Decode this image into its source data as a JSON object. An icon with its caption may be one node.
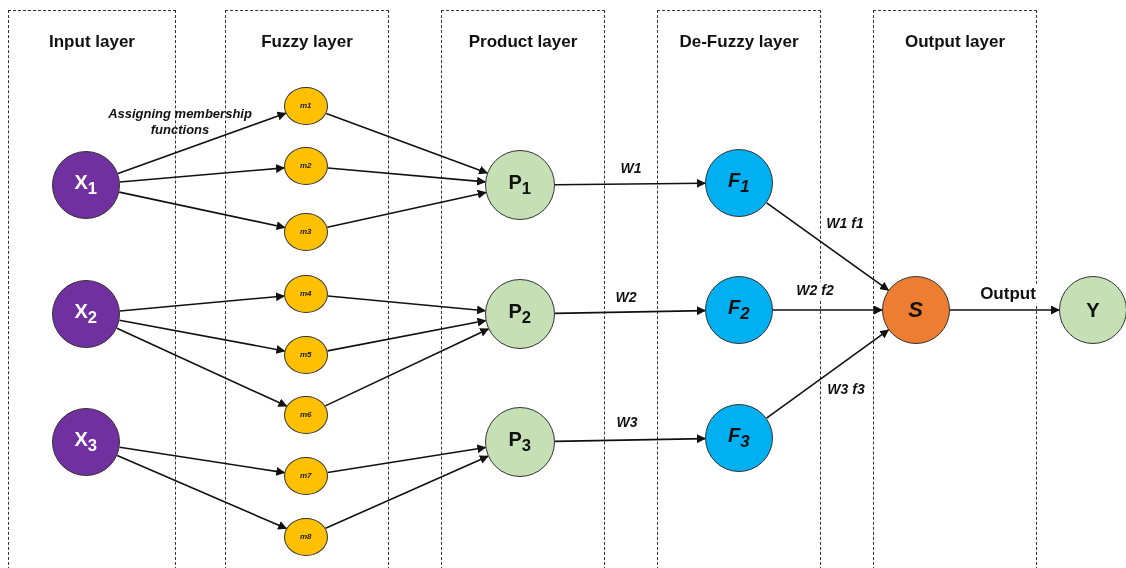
{
  "diagram": {
    "nodes": [
      {
        "text": [
          "Input layer"
        ]
      },
      {
        "text": [
          "X$_{1}$"
        ],
        "in": 0
      },
      {
        "text": [
          "X$_{2}$"
        ],
        "in": 0
      },
      {
        "text": [
          "X$_{3}$"
        ],
        "in": 0
      },
      {
        "text": [
          "Fuzzy layer"
        ]
      },
      {
        "text": [
          "m1"
        ],
        "in": 4
      },
      {
        "text": [
          "m2"
        ],
        "in": 4
      },
      {
        "text": [
          "m3"
        ],
        "in": 4
      },
      {
        "text": [
          "m4"
        ],
        "in": 4
      },
      {
        "text": [
          "m5"
        ],
        "in": 4
      },
      {
        "text": [
          "m6"
        ],
        "in": 4
      },
      {
        "text": [
          "m7"
        ],
        "in": 4
      },
      {
        "text": [
          "m8"
        ],
        "in": 4
      },
      {
        "text": [
          "Product layer"
        ]
      },
      {
        "text": [
          "P$_{1}$"
        ],
        "in": 13
      },
      {
        "text": [
          "P$_{2}$"
        ],
        "in": 13
      },
      {
        "text": [
          "P$_{3}$"
        ],
        "in": 13
      },
      {
        "text": [
          "De-Fuzzy layer"
        ]
      },
      {
        "text": [
          "F$_{1}$"
        ],
        "in": 17
      },
      {
        "text": [
          "F$_{2}$"
        ],
        "in": 17
      },
      {
        "text": [
          "F$_{3}$"
        ],
        "in": 17
      },
      {
        "text": [
          "Output layer"
        ]
      },
      {
        "text": [
          "S"
        ],
        "in": 21
      },
      {
        "text": [
          "Y"
        ]
      }
    ],
    "edges": [
      {
        "from": 1,
        "to": 5,
        "arrow": "to",
        "label": "Assigning membership functions"
      },
      {
        "from": 1,
        "to": 6,
        "arrow": "to"
      },
      {
        "from": 1,
        "to": 7,
        "arrow": "to"
      },
      {
        "from": 2,
        "to": 8,
        "arrow": "to"
      },
      {
        "from": 2,
        "to": 9,
        "arrow": "to"
      },
      {
        "from": 2,
        "to": 10,
        "arrow": "to"
      },
      {
        "from": 3,
        "to": 11,
        "arrow": "to"
      },
      {
        "from": 3,
        "to": 12,
        "arrow": "to"
      },
      {
        "from": 5,
        "to": 14,
        "arrow": "to"
      },
      {
        "from": 6,
        "to": 14,
        "arrow": "to"
      },
      {
        "from": 7,
        "to": 14,
        "arrow": "to"
      },
      {
        "from": 8,
        "to": 15,
        "arrow": "to"
      },
      {
        "from": 9,
        "to": 15,
        "arrow": "to"
      },
      {
        "from": 10,
        "to": 15,
        "arrow": "to"
      },
      {
        "from": 11,
        "to": 16,
        "arrow": "to"
      },
      {
        "from": 12,
        "to": 16,
        "arrow": "to"
      },
      {
        "from": 14,
        "to": 18,
        "arrow": "to",
        "label": "W1"
      },
      {
        "from": 15,
        "to": 19,
        "arrow": "to",
        "label": "W2"
      },
      {
        "from": 16,
        "to": 20,
        "arrow": "to",
        "label": "W3"
      },
      {
        "from": 18,
        "to": 22,
        "arrow": "to",
        "label": "W1 f1"
      },
      {
        "from": 19,
        "to": 22,
        "arrow": "to",
        "label": "W2 f2"
      },
      {
        "from": 20,
        "to": 22,
        "arrow": "to",
        "label": "W3 f3"
      },
      {
        "from": 22,
        "to": 23,
        "arrow": "to",
        "label": "Output"
      }
    ]
  }
}
